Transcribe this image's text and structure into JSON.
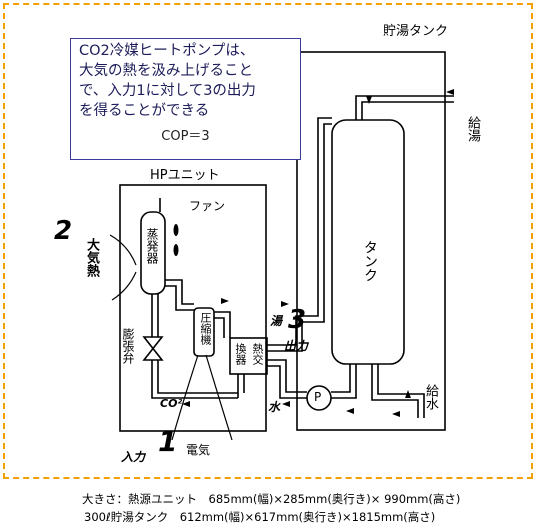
{
  "callout": {
    "lines": [
      "CO2冷媒ヒートポンプは、",
      "大気の熱を汲み上げること",
      "で、入力1に対して3の出力",
      "を得ることができる"
    ],
    "cop": "COP＝3"
  },
  "labels": {
    "hp_unit": "HPユニット",
    "storage_tank_title": "貯湯タンク",
    "fan": "ファン",
    "evaporator": "蒸発器",
    "compressor": "圧縮機",
    "heat_exchanger_left": "換器",
    "heat_exchanger_right": "熱交",
    "expansion_valve": "膨張弁",
    "tank": "タンク",
    "hot_water_supply": "給湯",
    "water_supply": "給水",
    "pump": "P",
    "co2": "CO²",
    "water": "水",
    "hot_water": "湯",
    "output": "出力",
    "input": "入力",
    "electricity": "電気",
    "atmosphere_heat": "大気熱"
  },
  "numbers": {
    "input": "1",
    "atmosphere": "2",
    "output": "3"
  },
  "footer": {
    "line1": "大きさ：熱源ユニット　685mm(幅)×285mm(奥行き)× 990mm(高さ)",
    "line2": "300ℓ貯湯タンク　612mm(幅)×617mm(奥行き)×1815mm(高さ)"
  }
}
